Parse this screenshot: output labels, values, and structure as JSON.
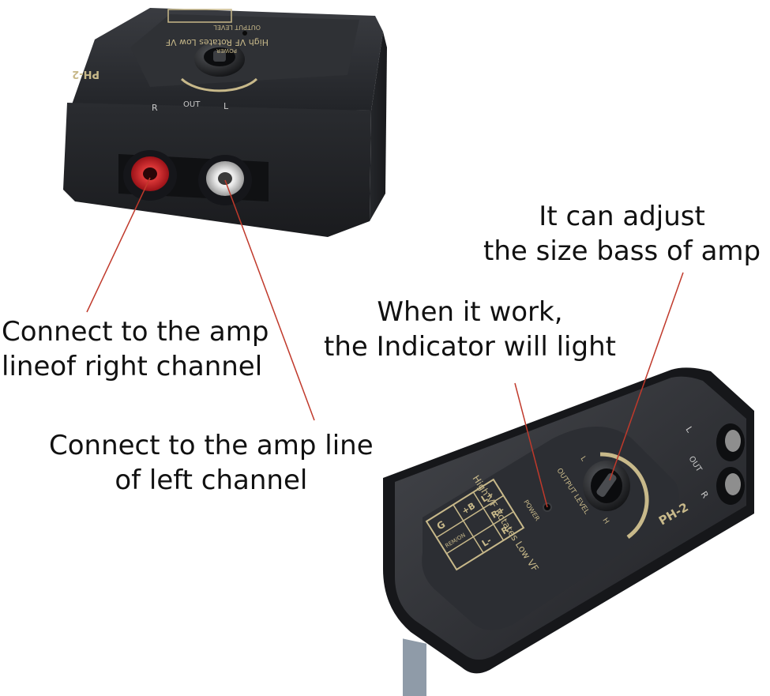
{
  "captions": {
    "right_channel": {
      "line1": "Connect to the amp",
      "line2": "lineof right channel"
    },
    "left_channel": {
      "line1": "Connect to the amp line",
      "line2": "of left channel"
    },
    "indicator": {
      "line1": "When it work,",
      "line2": "the Indicator will light"
    },
    "bass": {
      "line1": "It can adjust",
      "line2": "the size bass of amp"
    }
  },
  "device_front": {
    "model": "PH-2",
    "title": "High VF Rotates Low VF",
    "output_level": "OUTPUT LEVEL",
    "power": "POWER",
    "knob_low": "L",
    "knob_high": "H",
    "jack_l": "L",
    "jack_out": "OUT",
    "jack_r": "R",
    "pins": [
      "G",
      "+B",
      "L+",
      "R+",
      "REM/ON",
      "L-",
      "R-"
    ]
  },
  "device_back": {
    "model": "PH-2",
    "title": "High VF Rotates Low VF",
    "output_level": "OUTPUT LEVEL",
    "power": "POWER",
    "jack_l": "L",
    "jack_out": "OUT",
    "jack_r": "R"
  },
  "colors": {
    "pointer_line": "#c0392b",
    "device_body": "#2b2d31",
    "gold_print": "#c8b98a",
    "rca_red": "#d0232a",
    "rca_white": "#e8e8e8"
  }
}
